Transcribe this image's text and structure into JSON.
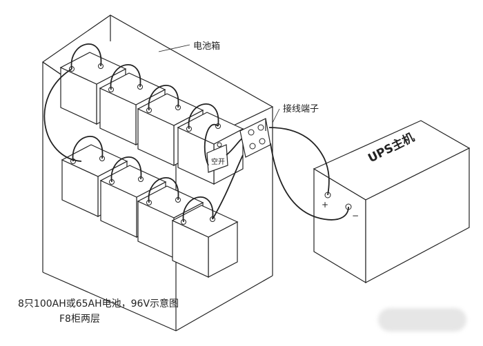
{
  "labels": {
    "battery_box": "电池箱",
    "terminal_block": "接线端子",
    "breaker": "空开",
    "ups_host": "UPS主机",
    "plus": "+",
    "minus": "−"
  },
  "caption": {
    "line1": "8只100AH或65AH电池，96V示意图",
    "line2": "F8柜两层"
  },
  "battery_count": 8,
  "colors": {
    "line": "#222222",
    "face": "#ffffff"
  }
}
